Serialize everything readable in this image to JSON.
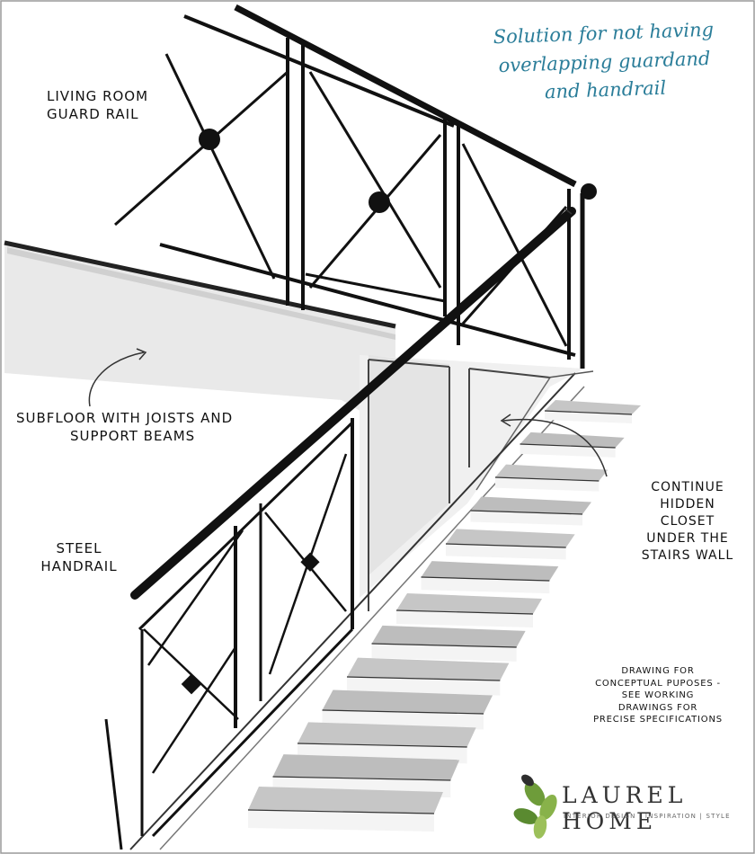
{
  "title_lines": [
    "Solution for not having",
    "overlapping guardand",
    "and handrail"
  ],
  "labels": {
    "guard_rail": [
      "LIVING ROOM",
      "GUARD RAIL"
    ],
    "subfloor": [
      "SUBFLOOR WITH JOISTS AND",
      "SUPPORT BEAMS"
    ],
    "steel_handrail": [
      "STEEL",
      "HANDRAIL"
    ],
    "closet": [
      "CONTINUE",
      "HIDDEN",
      "CLOSET",
      "UNDER THE",
      "STAIRS WALL"
    ],
    "disclaimer": [
      "DRAWING  FOR",
      "CONCEPTUAL PUPOSES -",
      "SEE WORKING",
      "DRAWINGS FOR",
      "PRECISE SPECIFICATIONS"
    ]
  },
  "brand": {
    "name": "LAUREL HOME",
    "tagline": "INTERIOR DESIGN | INSPIRATION | STYLE"
  },
  "colors": {
    "title": "#2a7d99",
    "ink": "#111111",
    "tread": "#b8b8b8",
    "wall": "#ececec",
    "leaf": "#7fa34a"
  },
  "icons": [
    "leaf-logo-icon",
    "arrow-icon"
  ]
}
